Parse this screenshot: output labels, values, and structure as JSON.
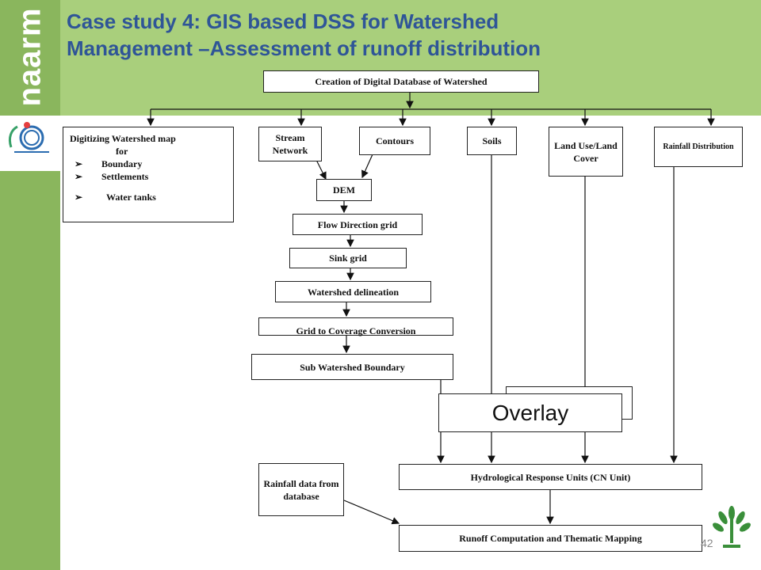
{
  "brand": {
    "name": "naarm"
  },
  "slide": {
    "title_line1": "Case study 4: GIS based DSS for Watershed",
    "title_line2": "Management –Assessment of runoff distribution",
    "page_number": "42"
  },
  "boxes": {
    "creation": "Creation of Digital Database of Watershed",
    "digitizing_title": "Digitizing Watershed map",
    "digitizing_for": "for",
    "digitizing_items": [
      "Boundary",
      "Settlements",
      "Water tanks"
    ],
    "stream_network": "Stream Network",
    "contours": "Contours",
    "soils": "Soils",
    "land_use": "Land Use/Land Cover",
    "rainfall_distribution": "Rainfall Distribution",
    "dem": "DEM",
    "flow_direction": "Flow Direction grid",
    "sink_grid": "Sink grid",
    "watershed_delineation": "Watershed delineation",
    "grid_to_coverage": "Grid to Coverage Conversion",
    "sub_watershed": "Sub Watershed Boundary",
    "overlay": "Overlay",
    "rainfall_data": "Rainfall data from database",
    "hru": "Hydrological Response Units (CN Unit)",
    "runoff": "Runoff Computation and Thematic Mapping"
  },
  "colors": {
    "header_green": "#a9cf7c",
    "sidebar_green": "#8ab65d",
    "title_blue": "#2f5597"
  }
}
